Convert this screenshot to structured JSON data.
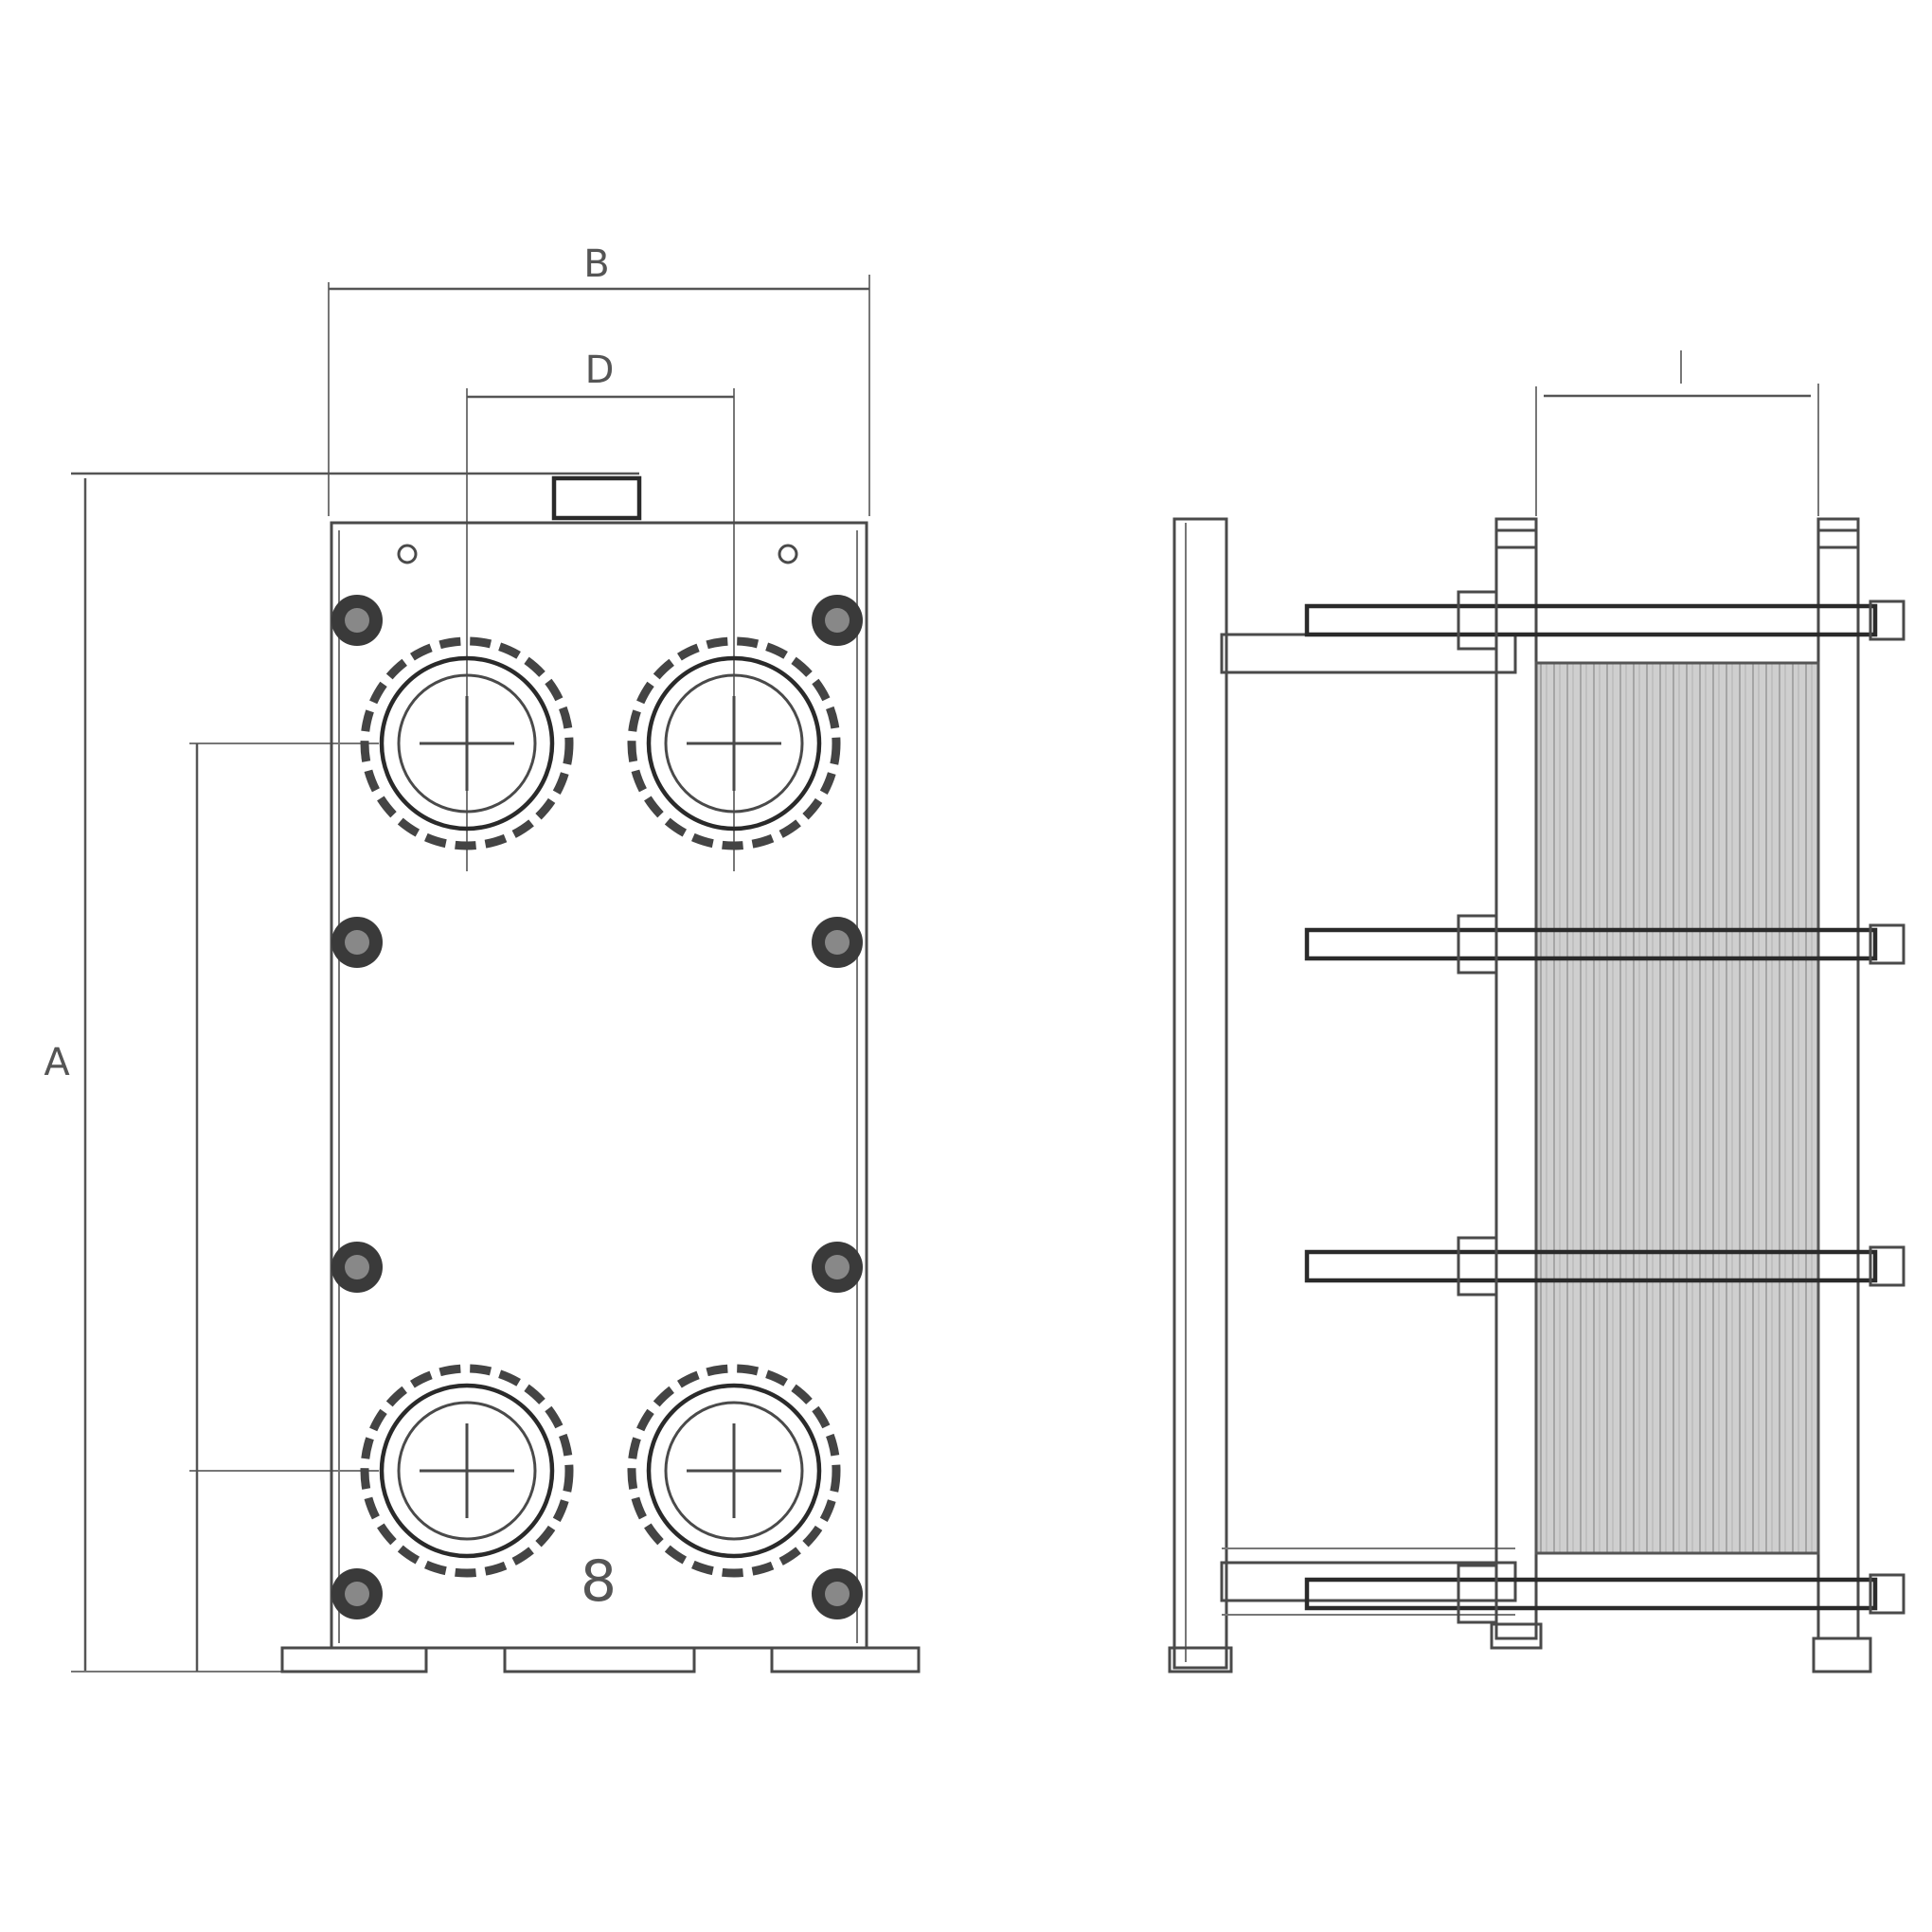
{
  "colors": {
    "line": "#4a4a4a",
    "dark_line": "#2a2a2a",
    "plate_fill": "#b8b8b8",
    "background": "#ffffff"
  },
  "front_view": {
    "dimension_labels": {
      "top_width": "B",
      "port_spacing": "D",
      "inlet_width": "",
      "height": "A",
      "port_centers": "",
      "bottom": ""
    },
    "plate_marker": "8",
    "ports": 4,
    "bolts": 8
  },
  "side_view": {
    "dimension_labels": {
      "top": ""
    },
    "tie_rods": 4
  }
}
